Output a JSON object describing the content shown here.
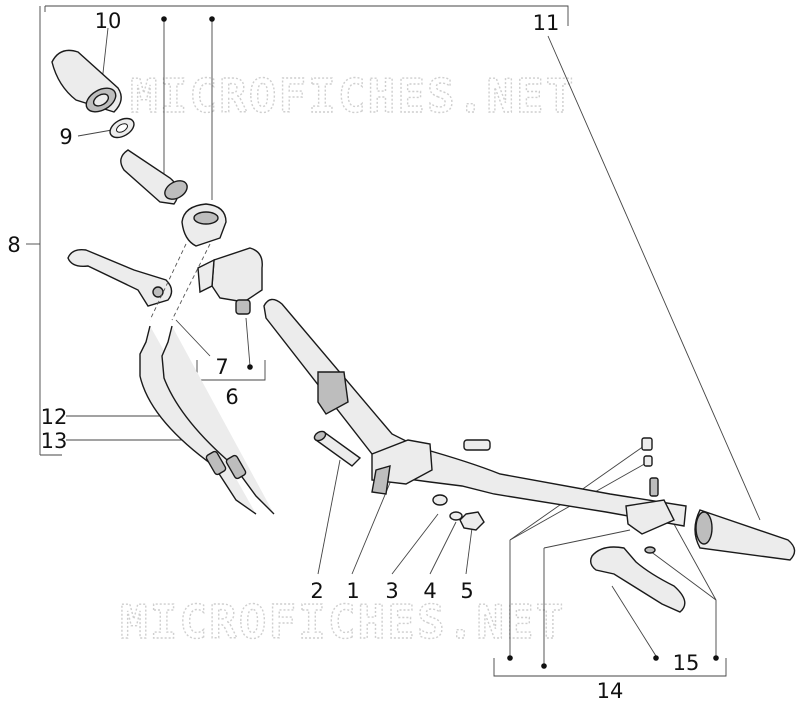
{
  "watermark": "MICROFICHES.NET",
  "callouts": {
    "c1": "1",
    "c2": "2",
    "c3": "3",
    "c4": "4",
    "c5": "5",
    "c6": "6",
    "c7": "7",
    "c8": "8",
    "c9": "9",
    "c10": "10",
    "c11": "11",
    "c12": "12",
    "c13": "13",
    "c14": "14",
    "c15": "15"
  },
  "colors": {
    "line": "#1a1a1a",
    "watermark": "#cfcfcf",
    "part_fill": "#ececec"
  }
}
